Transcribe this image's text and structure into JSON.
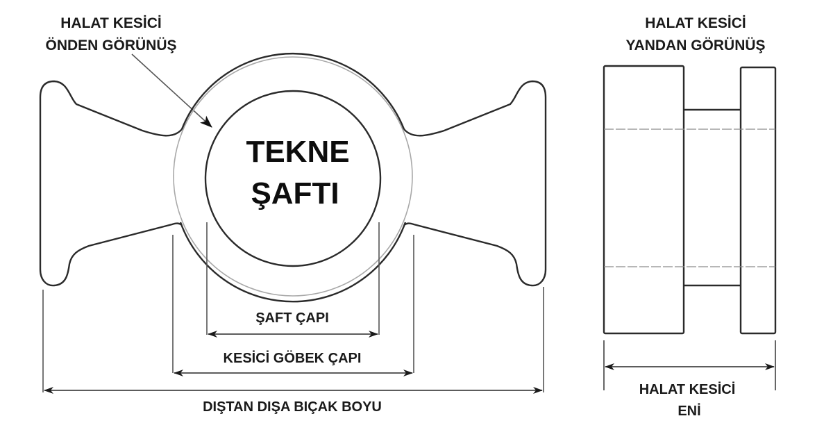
{
  "diagram": {
    "type": "technical-drawing",
    "subject": "Halat kesici (rope cutter)",
    "colors": {
      "line": "#2a2a2a",
      "thin_line": "#9a9a9a",
      "text": "#1a1a1a",
      "background": "#ffffff"
    }
  },
  "front_view": {
    "title_line1": "HALAT KESİCİ",
    "title_line2": "ÖNDEN GÖRÜNÜŞ",
    "center_label_line1": "TEKNE",
    "center_label_line2": "ŞAFTI",
    "dimensions": {
      "shaft_diameter": "ŞAFT ÇAPI",
      "hub_diameter": "KESİCİ GÖBEK ÇAPI",
      "blade_length": "DIŞTAN DIŞA BIÇAK BOYU"
    }
  },
  "side_view": {
    "title_line1": "HALAT KESİCİ",
    "title_line2": "YANDAN GÖRÜNÜŞ",
    "dimension_line1": "HALAT KESİCİ",
    "dimension_line2": "ENİ"
  }
}
